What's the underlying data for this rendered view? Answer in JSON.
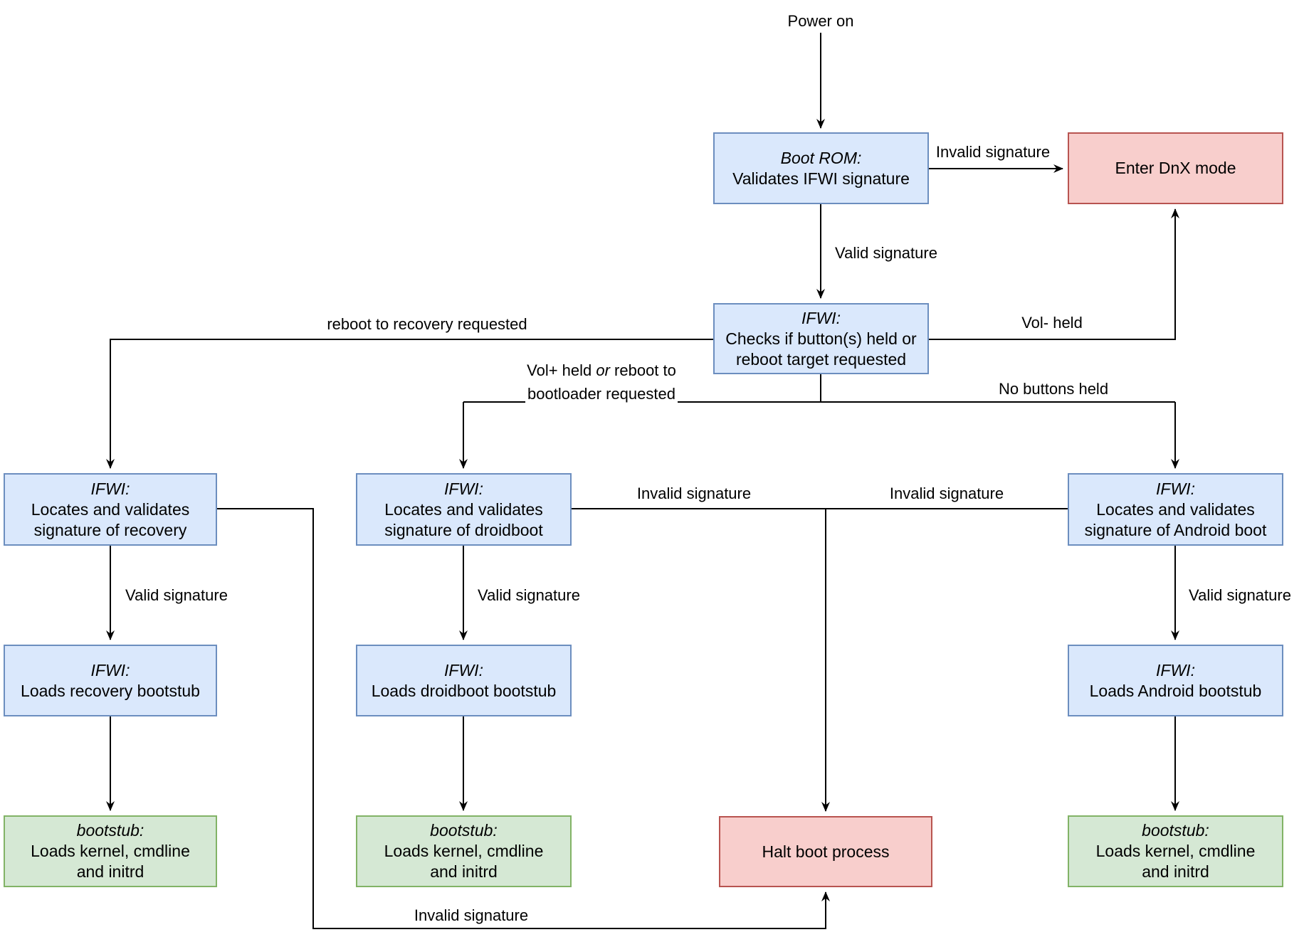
{
  "diagram": {
    "background": "#ffffff",
    "palette": {
      "box_blue_fill": "#dae8fc",
      "box_blue_border": "#6c8ebf",
      "box_red_fill": "#f8cecc",
      "box_red_border": "#b85450",
      "box_green_fill": "#d5e8d4",
      "box_green_border": "#82b366",
      "line_color": "#000000",
      "text_color": "#000000"
    },
    "nodes": {
      "boot_rom": {
        "title": "Boot ROM:",
        "line1": "Validates IFWI signature"
      },
      "enter_dnx": {
        "label": "Enter DnX mode"
      },
      "ifwi_check": {
        "title": "IFWI:",
        "line1": "Checks if button(s) held or",
        "line2": "reboot target requested"
      },
      "recovery_validate": {
        "title": "IFWI:",
        "line1": "Locates and validates",
        "line2": "signature of recovery"
      },
      "droidboot_validate": {
        "title": "IFWI:",
        "line1": "Locates and validates",
        "line2": "signature of droidboot"
      },
      "android_validate": {
        "title": "IFWI:",
        "line1": "Locates and validates",
        "line2": "signature of Android boot"
      },
      "recovery_load": {
        "title": "IFWI:",
        "line1": "Loads recovery bootstub"
      },
      "droidboot_load": {
        "title": "IFWI:",
        "line1": "Loads droidboot bootstub"
      },
      "android_load": {
        "title": "IFWI:",
        "line1": "Loads Android bootstub"
      },
      "recovery_bootstub": {
        "title": "bootstub:",
        "line1": "Loads kernel, cmdline",
        "line2": "and initrd"
      },
      "droidboot_bootstub": {
        "title": "bootstub:",
        "line1": "Loads kernel, cmdline",
        "line2": "and initrd"
      },
      "halt": {
        "label": "Halt boot process"
      },
      "android_bootstub": {
        "title": "bootstub:",
        "line1": "Loads kernel, cmdline",
        "line2": "and initrd"
      }
    },
    "edge_labels": {
      "power_on": "Power on",
      "invalid_signature_top": "Invalid signature",
      "valid_signature_top": "Valid signature",
      "reboot_to_recovery": "reboot to recovery requested",
      "volplus": {
        "pre": "Vol+ held ",
        "or": "or",
        "post": " reboot to"
      },
      "volplus_line2": "bootloader requested",
      "vol_minus": "Vol- held",
      "no_buttons": "No buttons held",
      "invalid_signature_mid_left": "Invalid signature",
      "invalid_signature_mid_right": "Invalid signature",
      "valid_signature_recovery": "Valid signature",
      "valid_signature_droidboot": "Valid signature",
      "valid_signature_android": "Valid signature",
      "invalid_signature_bottom": "Invalid signature"
    }
  }
}
